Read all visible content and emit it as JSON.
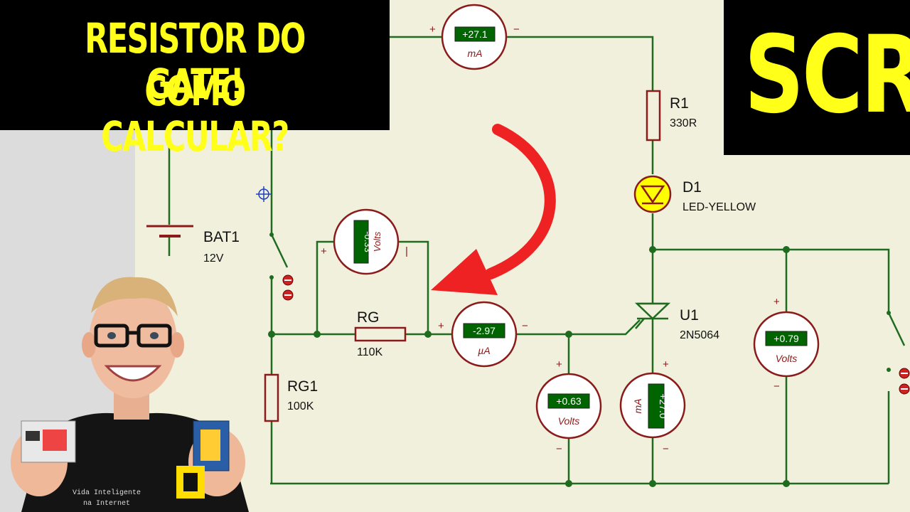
{
  "title": {
    "line1": "RESISTOR DO GATE!",
    "line2": "COMO CALCULAR?"
  },
  "badge": {
    "text": "SCR"
  },
  "components": {
    "bat1": {
      "name": "BAT1",
      "value": "12V"
    },
    "r1": {
      "name": "R1",
      "value": "330R"
    },
    "d1": {
      "name": "D1",
      "value": "LED-YELLOW"
    },
    "rg": {
      "name": "RG",
      "value": "110K"
    },
    "rg1": {
      "name": "RG1",
      "value": "100K"
    },
    "u1": {
      "name": "U1",
      "value": "2N5064"
    }
  },
  "meters": {
    "top_ammeter": {
      "reading": "+27.1",
      "unit": "mA"
    },
    "rg_voltmeter": {
      "reading": "-0.33",
      "unit": "Volts"
    },
    "gate_ammeter": {
      "reading": "-2.97",
      "unit": "µA"
    },
    "gate_voltmeter": {
      "reading": "+0.63",
      "unit": "Volts"
    },
    "scr_ammeter": {
      "reading": "+27.0",
      "unit": "mA"
    },
    "right_voltmeter": {
      "reading": "+0.79",
      "unit": "Volts"
    }
  },
  "polarity": {
    "plus": "+",
    "minus": "−",
    "bar": "|"
  },
  "shirt_text": {
    "line1": "Vida Inteligente",
    "line2": "na Internet"
  },
  "colors": {
    "canvas": "#f0f0dc",
    "wire": "#1f6b1f",
    "component": "#8b1a1a",
    "meter_body": "#ffffff",
    "meter_display": "#006400",
    "led": "#ffff00",
    "arrow": "#ee2222",
    "title_text": "#ffff1a",
    "title_bg": "#000000"
  }
}
